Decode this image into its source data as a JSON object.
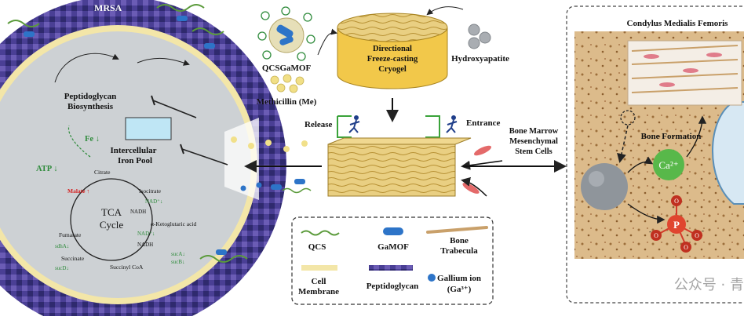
{
  "bacteria": {
    "title": "MRSA",
    "peptidoglycan_biosynthesis": [
      "Peptidoglycan",
      "Biosynthesis"
    ],
    "fe": "Fe ↓",
    "atp": "ATP ↓",
    "iron_pool": [
      "Intercellular",
      "Iron Pool"
    ],
    "tca": {
      "title": [
        "TCA",
        "Cycle"
      ],
      "citrate": "Citrate",
      "isocitrate": "Isocitrate",
      "nad_plus_1": "NAD⁺↓",
      "nadh_1": "NADH",
      "akg": "α-Ketoglutaric acid",
      "nad_plus_2": "NAD⁺↓",
      "nadh_2": "NADH",
      "succinyl_coa": "Succinyl CoA",
      "succinate": "Succinate",
      "fumarate": "Fumarate",
      "malate": "Malate ↑",
      "sdh": "sdhA↓",
      "sucd": "sucD↓",
      "sucab": [
        "sucA↓",
        "sucB↓"
      ]
    }
  },
  "scaffold": {
    "qcs_gamof": "QCSGaMOF",
    "methicillin": "Methicillin (Me)",
    "hydroxyapatite": "Hydroxyapatite",
    "cryogel": [
      "Directional",
      "Freeze-casting",
      "Cryogel"
    ],
    "release": "Release",
    "entrance": "Entrance",
    "bmsc": [
      "Bone Marrow",
      "Mesenchymal",
      "Stem Cells"
    ]
  },
  "legend": {
    "qcs": "QCS",
    "gamof": "GaMOF",
    "bone_trabecula": [
      "Bone",
      "Trabecula"
    ],
    "cell_membrane": [
      "Cell",
      "Membrane"
    ],
    "peptidoglycan": "Peptidoglycan",
    "gallium": [
      "Gallium ion",
      "(Ga³⁺)"
    ]
  },
  "bone": {
    "title": "Condylus Medialis Femoris",
    "formation": "Bone Formation",
    "ca": "Ca²⁺",
    "p": "P",
    "o": "O",
    "minus": "-"
  },
  "watermark": "公众号 · 青",
  "colors": {
    "wall": "#3f3a8c",
    "membrane": "#f3e6a8",
    "cytoplasm": "#cfd3d6",
    "gel": "#e7c76a",
    "green": "#2e8b3b",
    "bone_bg": "#d9b88a",
    "calcium": "#58b84a",
    "phosphate": "#d23a2a"
  }
}
